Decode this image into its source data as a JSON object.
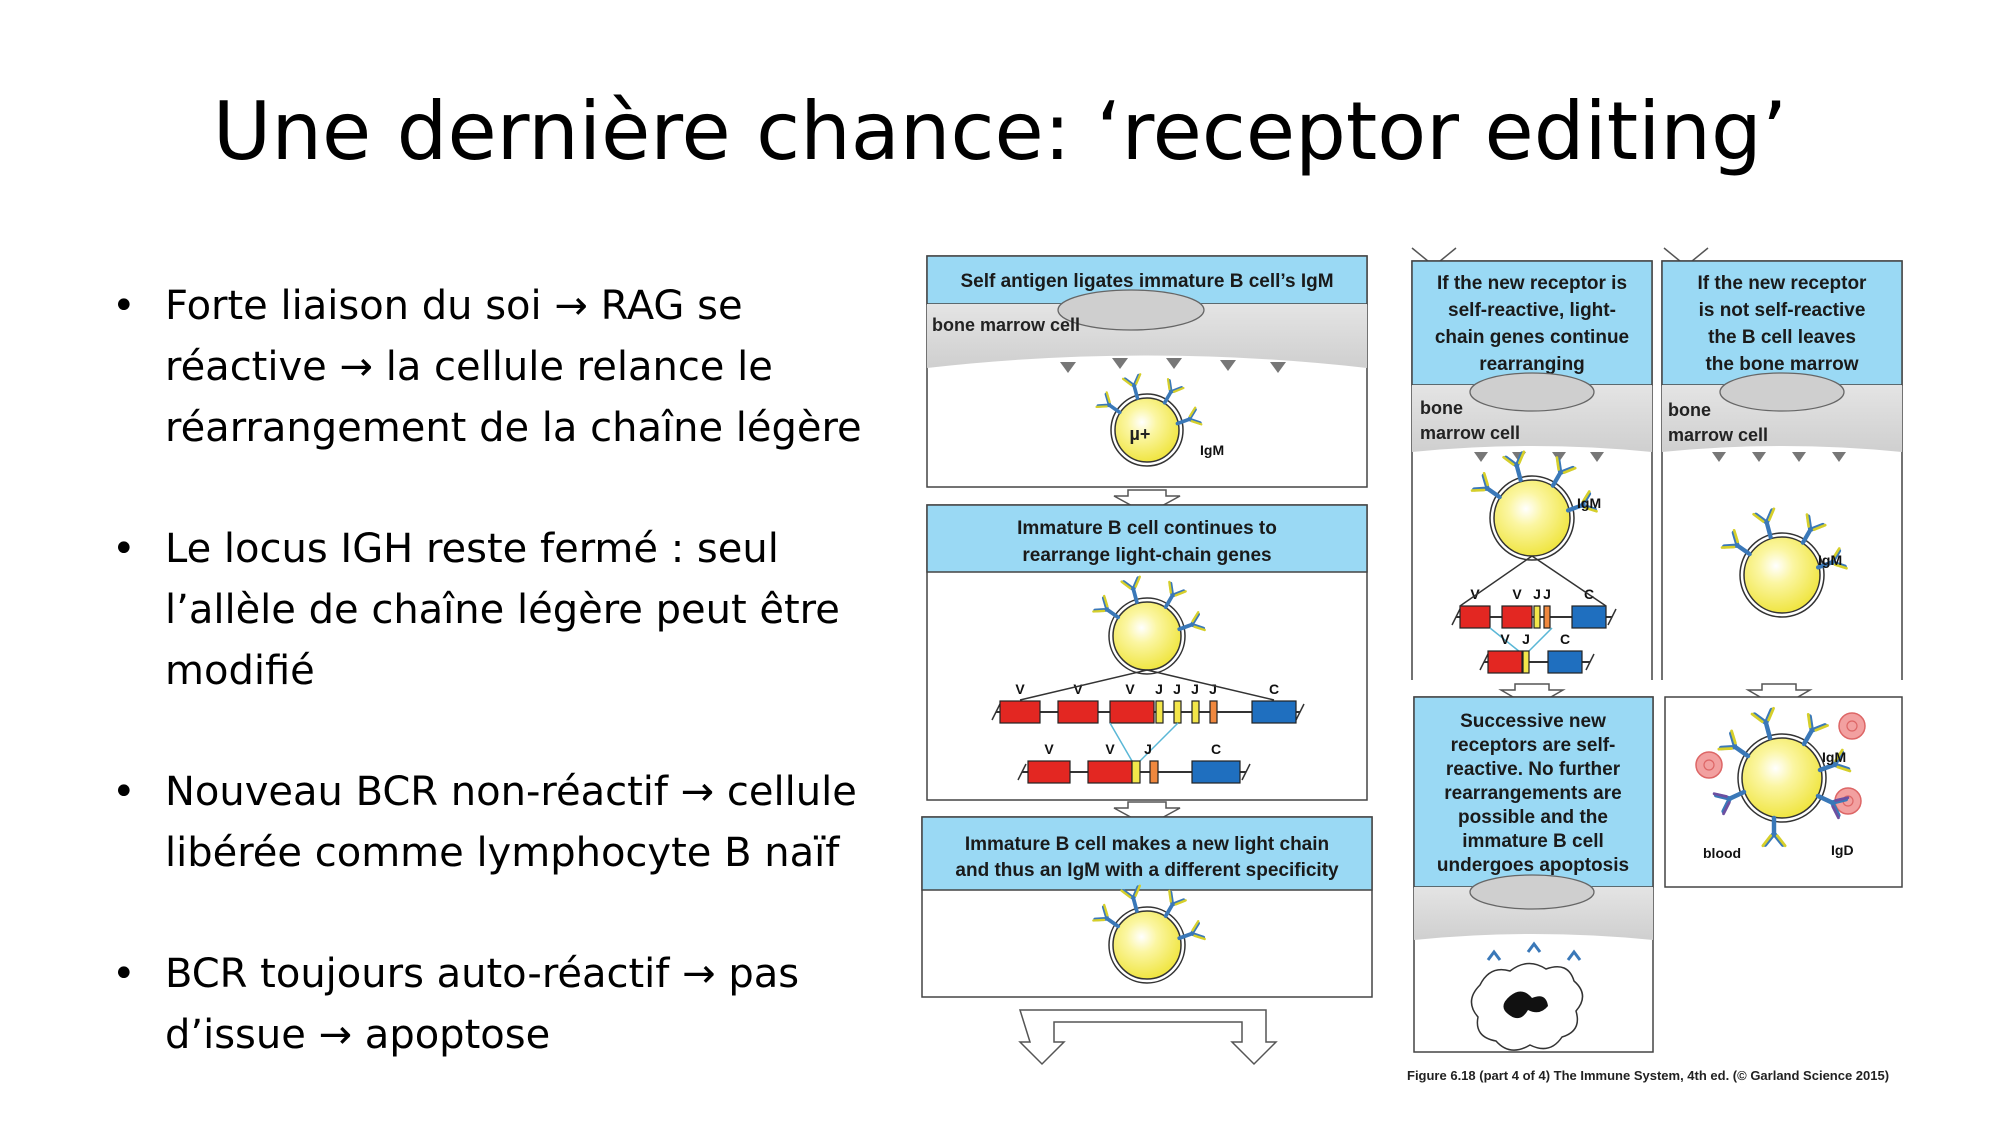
{
  "title": "Une dernière chance: ‘receptor editing’",
  "bullets": [
    {
      "lines": [
        "Forte liaison du soi → RAG se",
        "réactive → la cellule relance le",
        "réarrangement de la chaîne légère"
      ]
    },
    {
      "lines": [
        "Le locus IGH reste fermé : seul",
        "l’allèle de chaîne légère peut être",
        "modifié"
      ]
    },
    {
      "lines": [
        "Nouveau BCR non-réactif → cellule",
        "libérée comme lymphocyte B naïf"
      ]
    },
    {
      "lines": [
        "BCR toujours auto-réactif → pas",
        "d’issue → apoptose"
      ]
    }
  ],
  "figure": {
    "panel1": {
      "header": "Self antigen ligates immature B cell’s IgM",
      "bone_label": "bone marrow cell",
      "cell_label": "µ+",
      "igm_label": "IgM"
    },
    "panel2": {
      "header": [
        "Immature B cell continues to",
        "rearrange light-chain genes"
      ],
      "gene_top": [
        "V",
        "V",
        "V",
        "J",
        "J",
        "J",
        "J",
        "C"
      ],
      "gene_bottom": [
        "V",
        "V",
        "J",
        "C"
      ]
    },
    "panel3": {
      "header": [
        "Immature B cell makes a new light chain",
        "and thus an IgM with a different specificity"
      ]
    },
    "panel4": {
      "header": [
        "If the new receptor is",
        "self-reactive, light-",
        "chain genes continue",
        "rearranging"
      ],
      "bone_label": [
        "bone",
        "marrow cell"
      ],
      "igm_label": "IgM",
      "gene_top": [
        "V",
        "V",
        "J",
        "J",
        "C"
      ],
      "gene_bottom": [
        "V",
        "J",
        "C"
      ]
    },
    "panel5": {
      "header": [
        "If the new receptor",
        "is not self-reactive",
        "the B cell leaves",
        "the bone marrow"
      ],
      "bone_label": [
        "bone",
        "marrow cell"
      ],
      "igm_label": "IgM"
    },
    "panel6": {
      "header": [
        "Successive new",
        "receptors are self-",
        "reactive. No further",
        "rearrangements are",
        "possible and the",
        "immature B cell",
        "undergoes apoptosis"
      ]
    },
    "panel7": {
      "igm_label": "IgM",
      "blood_label": "blood",
      "igd_label": "IgD"
    },
    "caption": "Figure 6.18 (part 4 of 4)  The Immune System, 4th ed. (© Garland Science 2015)",
    "colors": {
      "header_blue": "#9ad9f4",
      "cell_yellow": "#f7f05a",
      "gene_red": "#e32722",
      "gene_blue": "#1f6fbf",
      "gene_yellow": "#f3e64a",
      "gene_orange": "#f0883e",
      "antibody_blue": "#3a78b8",
      "antibody_yellow": "#d6cf2a",
      "igd_purple": "#6d4fa0",
      "rbc": "#f2a0a0"
    }
  }
}
